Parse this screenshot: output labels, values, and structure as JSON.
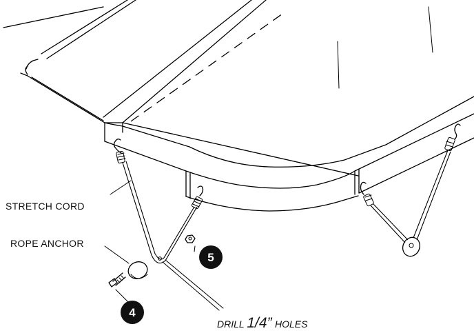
{
  "labels": {
    "stretch_cord": "STRETCH CORD",
    "rope_anchor": "ROPE ANCHOR",
    "drill_prefix": "DRILL ",
    "drill_size": "1/4”",
    "drill_suffix": " HOLES"
  },
  "callouts": {
    "nut": "5",
    "bolt": "4"
  }
}
